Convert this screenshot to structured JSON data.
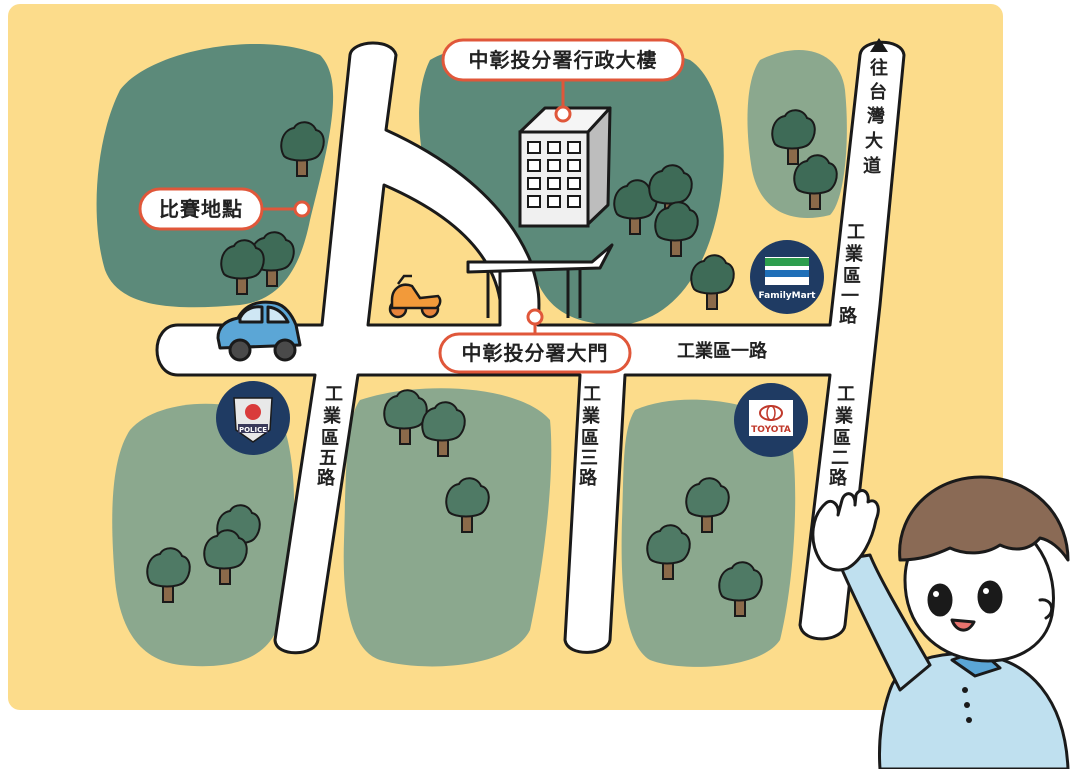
{
  "labels": {
    "admin_building": "中彰投分署行政大樓",
    "competition_site": "比賽地點",
    "main_gate": "中彰投分署大門"
  },
  "roads": {
    "gongye_1_horizontal": "工業區一路",
    "gongye_1_vertical": [
      "工",
      "業",
      "區",
      "一",
      "路"
    ],
    "gongye_2": [
      "工",
      "業",
      "區",
      "二",
      "路"
    ],
    "gongye_3": [
      "工",
      "業",
      "區",
      "三",
      "路"
    ],
    "gongye_5": [
      "工",
      "業",
      "區",
      "五",
      "路"
    ],
    "taiwan_blvd": [
      "往",
      "台",
      "灣",
      "大",
      "道"
    ]
  },
  "logos": {
    "familymart": "FamilyMart",
    "toyota": "TOYOTA",
    "police": "POLICE"
  },
  "colors": {
    "background": "#FCDC8B",
    "dark_park": "#5C8A7A",
    "light_park": "#8BA88E",
    "road": "#FFFFFF",
    "outline": "#1A1A1A",
    "callout_border": "#E0573A",
    "logo_navy": "#1F3B63"
  },
  "icons": [
    "arrow-up-icon",
    "building-icon",
    "car-icon",
    "scooter-icon",
    "tree-icon",
    "boy-icon"
  ]
}
